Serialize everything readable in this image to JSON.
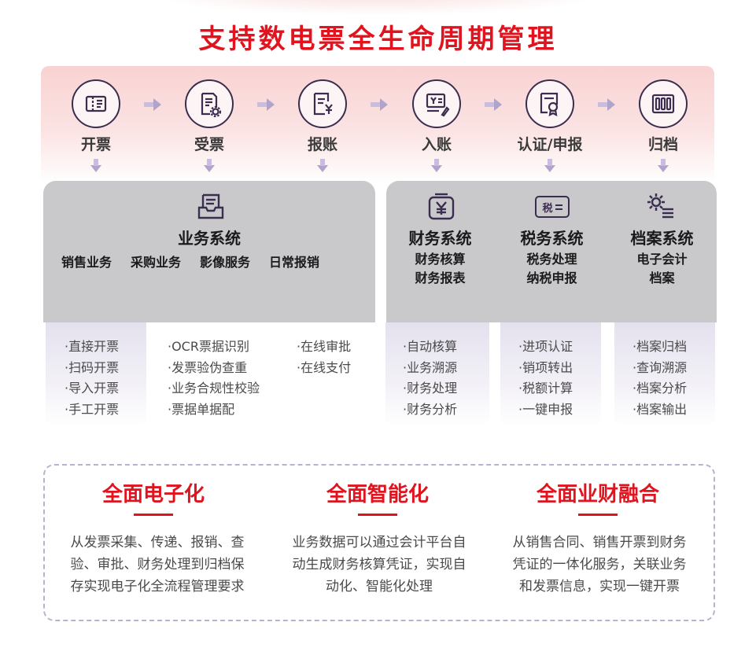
{
  "title": "支持数电票全生命周期管理",
  "steps": [
    {
      "label": "开票",
      "icon": "ticket-icon"
    },
    {
      "label": "受票",
      "icon": "document-gear-icon"
    },
    {
      "label": "报账",
      "icon": "invoice-yen-icon"
    },
    {
      "label": "入账",
      "icon": "ledger-pen-icon"
    },
    {
      "label": "认证/申报",
      "icon": "certificate-icon"
    },
    {
      "label": "归档",
      "icon": "archive-binders-icon"
    }
  ],
  "systems": {
    "business": {
      "title": "业务系统",
      "subs": [
        "销售业务",
        "采购业务",
        "影像服务",
        "日常报销"
      ]
    },
    "finance": {
      "title": "财务系统",
      "sub1": "财务核算",
      "sub2": "财务报表"
    },
    "tax": {
      "title": "税务系统",
      "sub1": "税务处理",
      "sub2": "纳税申报",
      "icon_text": "税"
    },
    "archive": {
      "title": "档案系统",
      "sub1": "电子会计",
      "sub2": "档案"
    }
  },
  "lists": {
    "business_a": [
      "·直接开票",
      "·扫码开票",
      "·导入开票",
      "·手工开票"
    ],
    "business_b": [
      "·OCR票据识别",
      "·发票验伪查重",
      "·业务合规性校验",
      "·票据单据配"
    ],
    "business_c": [
      "·在线审批",
      "·在线支付"
    ],
    "finance": [
      "·自动核算",
      "·业务溯源",
      "·财务处理",
      "·财务分析"
    ],
    "tax": [
      "·进项认证",
      "·销项转出",
      "·税额计算",
      "·一键申报"
    ],
    "archive": [
      "·档案归档",
      "·查询溯源",
      "·档案分析",
      "·档案输出"
    ]
  },
  "features": [
    {
      "title": "全面电子化",
      "desc": [
        "从发票采集、传递、报销、查",
        "验、审批、财务处理到归档保",
        "存实现电子化全流程管理要求"
      ]
    },
    {
      "title": "全面智能化",
      "desc": [
        "业务数据可以通过会计平台自",
        "动生成财务核算凭证，实现自",
        "动化、智能化处理"
      ]
    },
    {
      "title": "全面业财融合",
      "desc": [
        "从销售合同、销售开票到财务",
        "凭证的一体化服务，关联业务",
        "和发票信息，实现一键开票"
      ]
    }
  ],
  "colors": {
    "accent": "#e0141e",
    "icon_stroke": "#3b2d4f",
    "system_bg": "#c9c9cc",
    "arrow": "#b0a4cc"
  }
}
